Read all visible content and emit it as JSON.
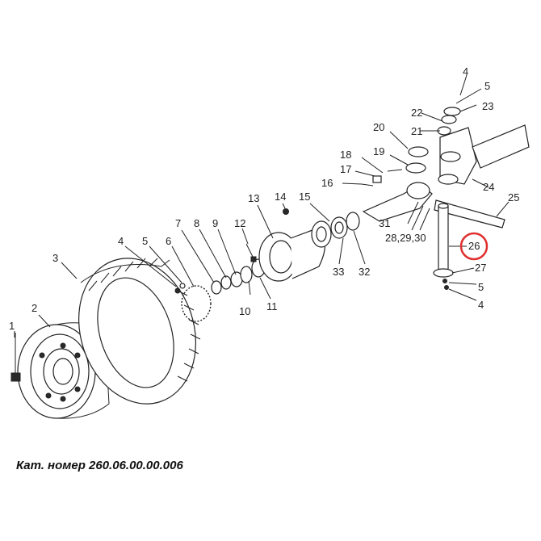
{
  "caption": "Кат. номер 260.06.00.00.006",
  "labels": {
    "l1": "1",
    "l2": "2",
    "l3": "3",
    "l4a": "4",
    "l5a": "5",
    "l6": "6",
    "l7": "7",
    "l8": "8",
    "l9": "9",
    "l10": "10",
    "l11": "11",
    "l12": "12",
    "l13": "13",
    "l14": "14",
    "l15": "15",
    "l16": "16",
    "l17": "17",
    "l18": "18",
    "l19": "19",
    "l20": "20",
    "l21": "21",
    "l22": "22",
    "l23": "23",
    "l24": "24",
    "l25": "25",
    "l26": "26",
    "l27": "27",
    "l283": "28,29,30",
    "l31": "31",
    "l32": "32",
    "l33": "33",
    "l4b": "4",
    "l5b": "5",
    "l4c": "4",
    "l5c": "5"
  },
  "highlight": {
    "color": "#e03030",
    "part": "26"
  }
}
